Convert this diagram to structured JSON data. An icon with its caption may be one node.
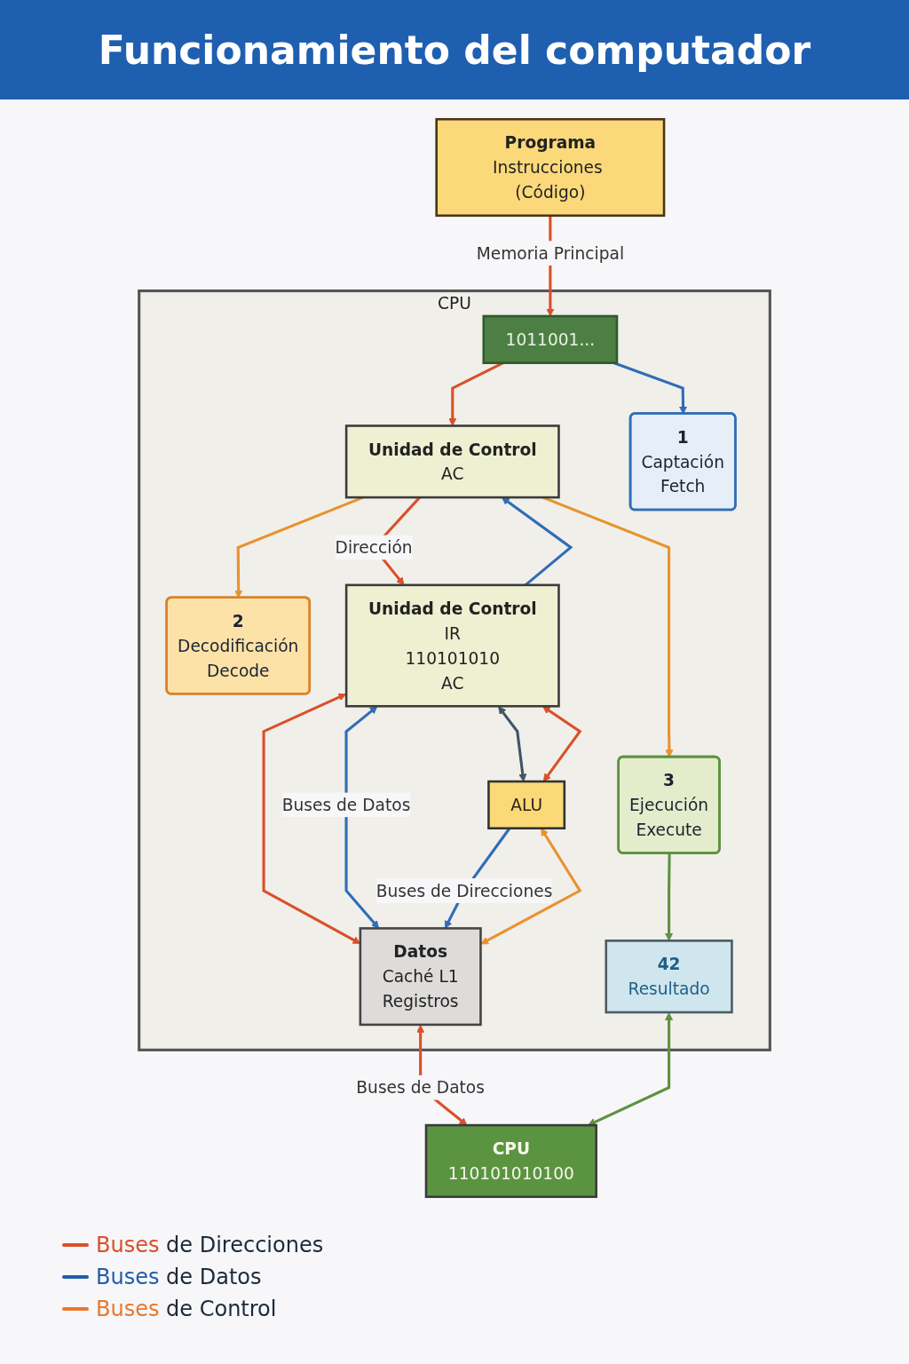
{
  "diagram": {
    "title": "Funcionamiento del computador",
    "nodes": [
      {
        "text": [
          "Programa",
          "Instrucciones (Código)"
        ]
      },
      {
        "text": [
          "CPU"
        ]
      },
      {
        "text": [
          "1011001..."
        ],
        "in": 1
      },
      {
        "text": [
          "Unidad de Control",
          "AC"
        ],
        "in": 1
      },
      {
        "text": [
          "1",
          "Captación",
          "Fetch"
        ],
        "in": 1
      },
      {
        "text": [
          "2",
          "Decodificación",
          "Decode"
        ],
        "in": 1
      },
      {
        "text": [
          "3",
          "Ejecución",
          "Execute"
        ],
        "in": 1
      },
      {
        "text": [
          "Unidad de Control",
          "IR",
          "110101010",
          "AC"
        ],
        "in": 1
      },
      {
        "text": [
          "ALU"
        ],
        "in": 1
      },
      {
        "text": [
          "Datos",
          "Caché L1",
          "Registros"
        ],
        "in": 1
      },
      {
        "text": [
          "42",
          "Resultado"
        ],
        "in": 1
      },
      {
        "text": [
          "CPU",
          "110101010100"
        ]
      }
    ],
    "edges": [
      {
        "from": 0,
        "to": 2,
        "arrow": "to",
        "label": "Memoria Principal",
        "color": "#d9502a"
      },
      {
        "from": 2,
        "to": 3,
        "arrow": "to",
        "color": "#d9502a"
      },
      {
        "from": 2,
        "to": 4,
        "arrow": "to",
        "color": "#2f6db8"
      },
      {
        "from": 3,
        "to": 5,
        "arrow": "to",
        "color": "#e8922e"
      },
      {
        "from": 3,
        "to": 6,
        "arrow": "to",
        "color": "#e8922e"
      },
      {
        "from": 3,
        "to": 7,
        "arrow": "to",
        "label": "Dirección",
        "color": "#d9502a"
      },
      {
        "from": 7,
        "to": 3,
        "arrow": "to",
        "color": "#2f6db8"
      },
      {
        "from": 7,
        "to": 8,
        "arrow": "both",
        "color": "#3f5566"
      },
      {
        "from": 7,
        "to": 8,
        "arrow": "both",
        "color": "#d9502a"
      },
      {
        "from": 7,
        "to": 9,
        "arrow": "both",
        "color": "#d9502a"
      },
      {
        "from": 7,
        "to": 9,
        "arrow": "both",
        "label": "Buses de Datos",
        "color": "#2f6db8"
      },
      {
        "from": 9,
        "to": 8,
        "arrow": "both",
        "color": "#e8922e"
      },
      {
        "from": 6,
        "to": 10,
        "arrow": "to",
        "color": "#5e9140"
      },
      {
        "from": 8,
        "to": 9,
        "arrow": "to",
        "label": "Buses de Direcciones",
        "color": "#2f6db8"
      },
      {
        "from": 9,
        "to": 11,
        "arrow": "both",
        "label": "Buses de Datos",
        "color": "#d9502a"
      },
      {
        "from": 10,
        "to": 11,
        "arrow": "both",
        "color": "#5e9140"
      }
    ],
    "legend": [
      {
        "text": "Buses de Direcciones",
        "color": "#d9502a"
      },
      {
        "text": "Buses de Datos",
        "color": "#1f5fa8"
      },
      {
        "text": "Buses de Control",
        "color": "#e8782e"
      }
    ]
  }
}
